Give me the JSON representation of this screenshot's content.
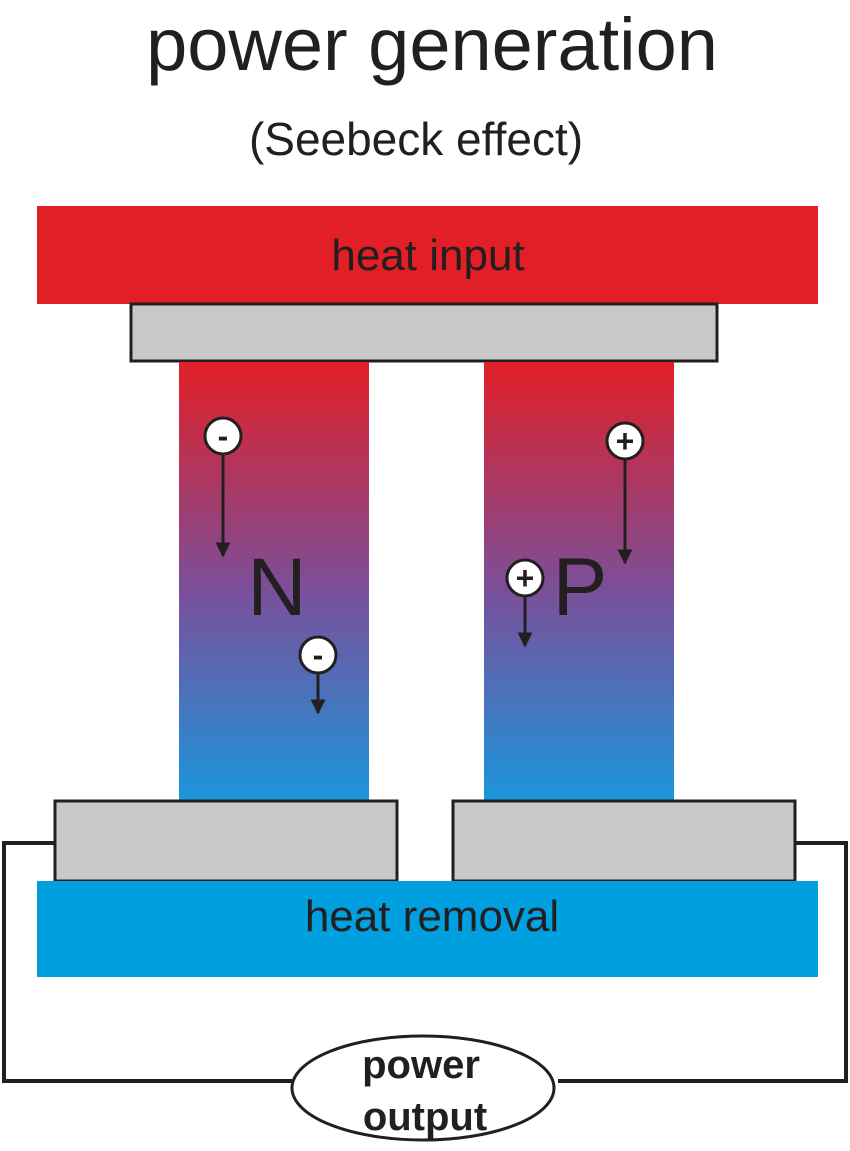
{
  "title": "power generation",
  "subtitle": "(Seebeck effect)",
  "heat_source_label": "heat input",
  "heat_sink_label": "heat removal",
  "n_leg_label": "N",
  "p_leg_label": "P",
  "electron_symbol": "-",
  "hole_symbol": "+",
  "output_label_line1": "power",
  "output_label_line2": "output",
  "colors": {
    "hot": "#e21f26",
    "cold": "#00a0e0",
    "leg_mid": "#7a4f9a",
    "leg_bottom": "#1a96dc",
    "plate": "#c8c8c8",
    "stroke": "#231f20"
  }
}
